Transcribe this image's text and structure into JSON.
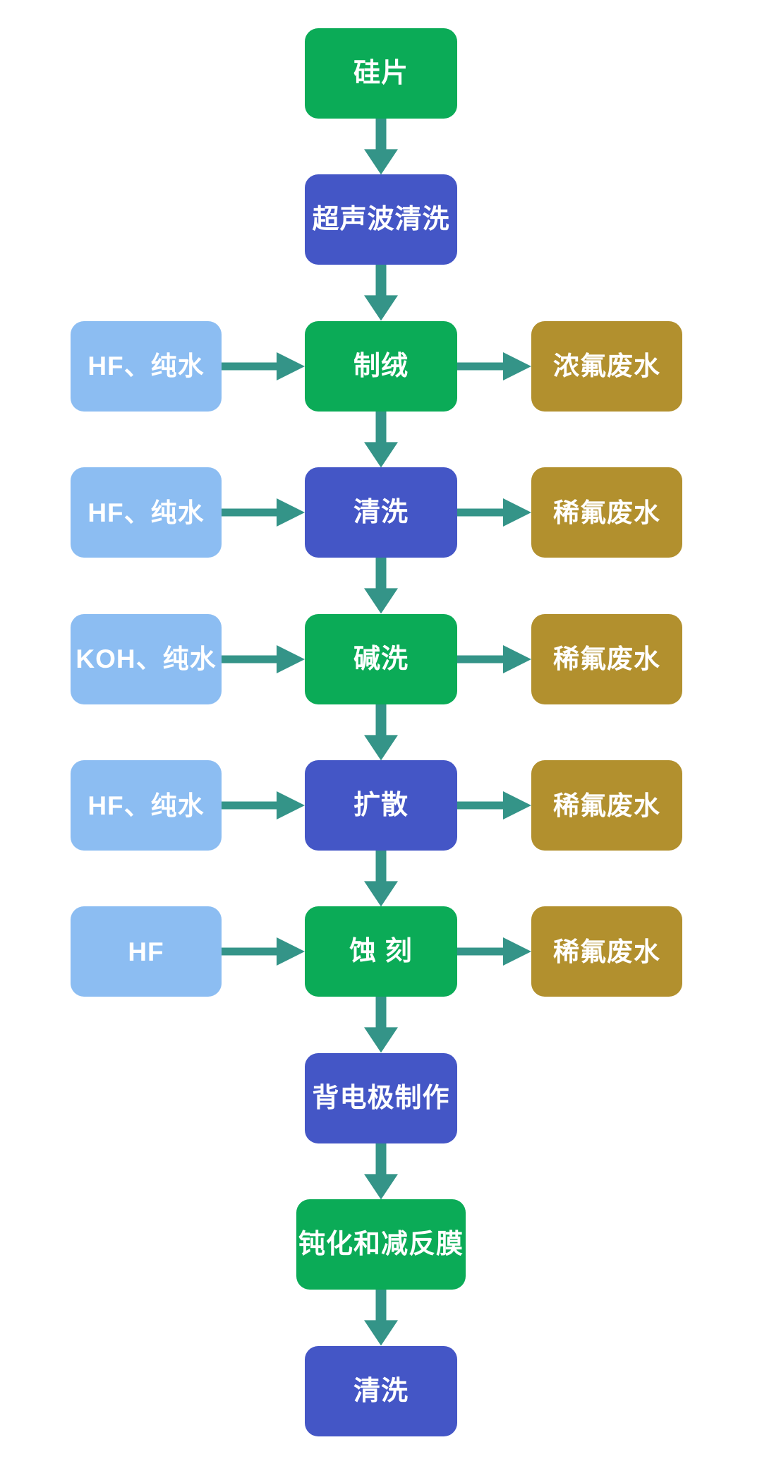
{
  "flowchart": {
    "description": "solar-cell-wafer-process-flow",
    "colors": {
      "green": "#0bab57",
      "blue": "#4456c6",
      "input": "#8cbdf2",
      "output": "#b2902e",
      "arrow": "#349488",
      "text": "#ffffff",
      "background": "#ffffff"
    },
    "steps": [
      {
        "name": "silicon-wafer",
        "label": "硅片",
        "color": "green"
      },
      {
        "name": "ultrasonic-cleaning",
        "label": "超声波清洗",
        "color": "blue"
      },
      {
        "name": "texturing",
        "label": "制绒",
        "color": "green",
        "input": "HF、纯水",
        "output": "浓氟废水"
      },
      {
        "name": "cleaning",
        "label": "清洗",
        "color": "blue",
        "input": "HF、纯水",
        "output": "稀氟废水"
      },
      {
        "name": "alkaline-wash",
        "label": "碱洗",
        "color": "green",
        "input": "KOH、纯水",
        "output": "稀氟废水"
      },
      {
        "name": "diffusion",
        "label": "扩散",
        "color": "blue",
        "input": "HF、纯水",
        "output": "稀氟废水"
      },
      {
        "name": "etching",
        "label": "蚀 刻",
        "color": "green",
        "input": "HF",
        "output": "稀氟废水"
      },
      {
        "name": "back-electrode-fabrication",
        "label": "背电极制作",
        "color": "blue"
      },
      {
        "name": "passivation-and-ar-coating",
        "label": "钝化和减反膜",
        "color": "green"
      },
      {
        "name": "final-cleaning",
        "label": "清洗",
        "color": "blue"
      }
    ]
  }
}
